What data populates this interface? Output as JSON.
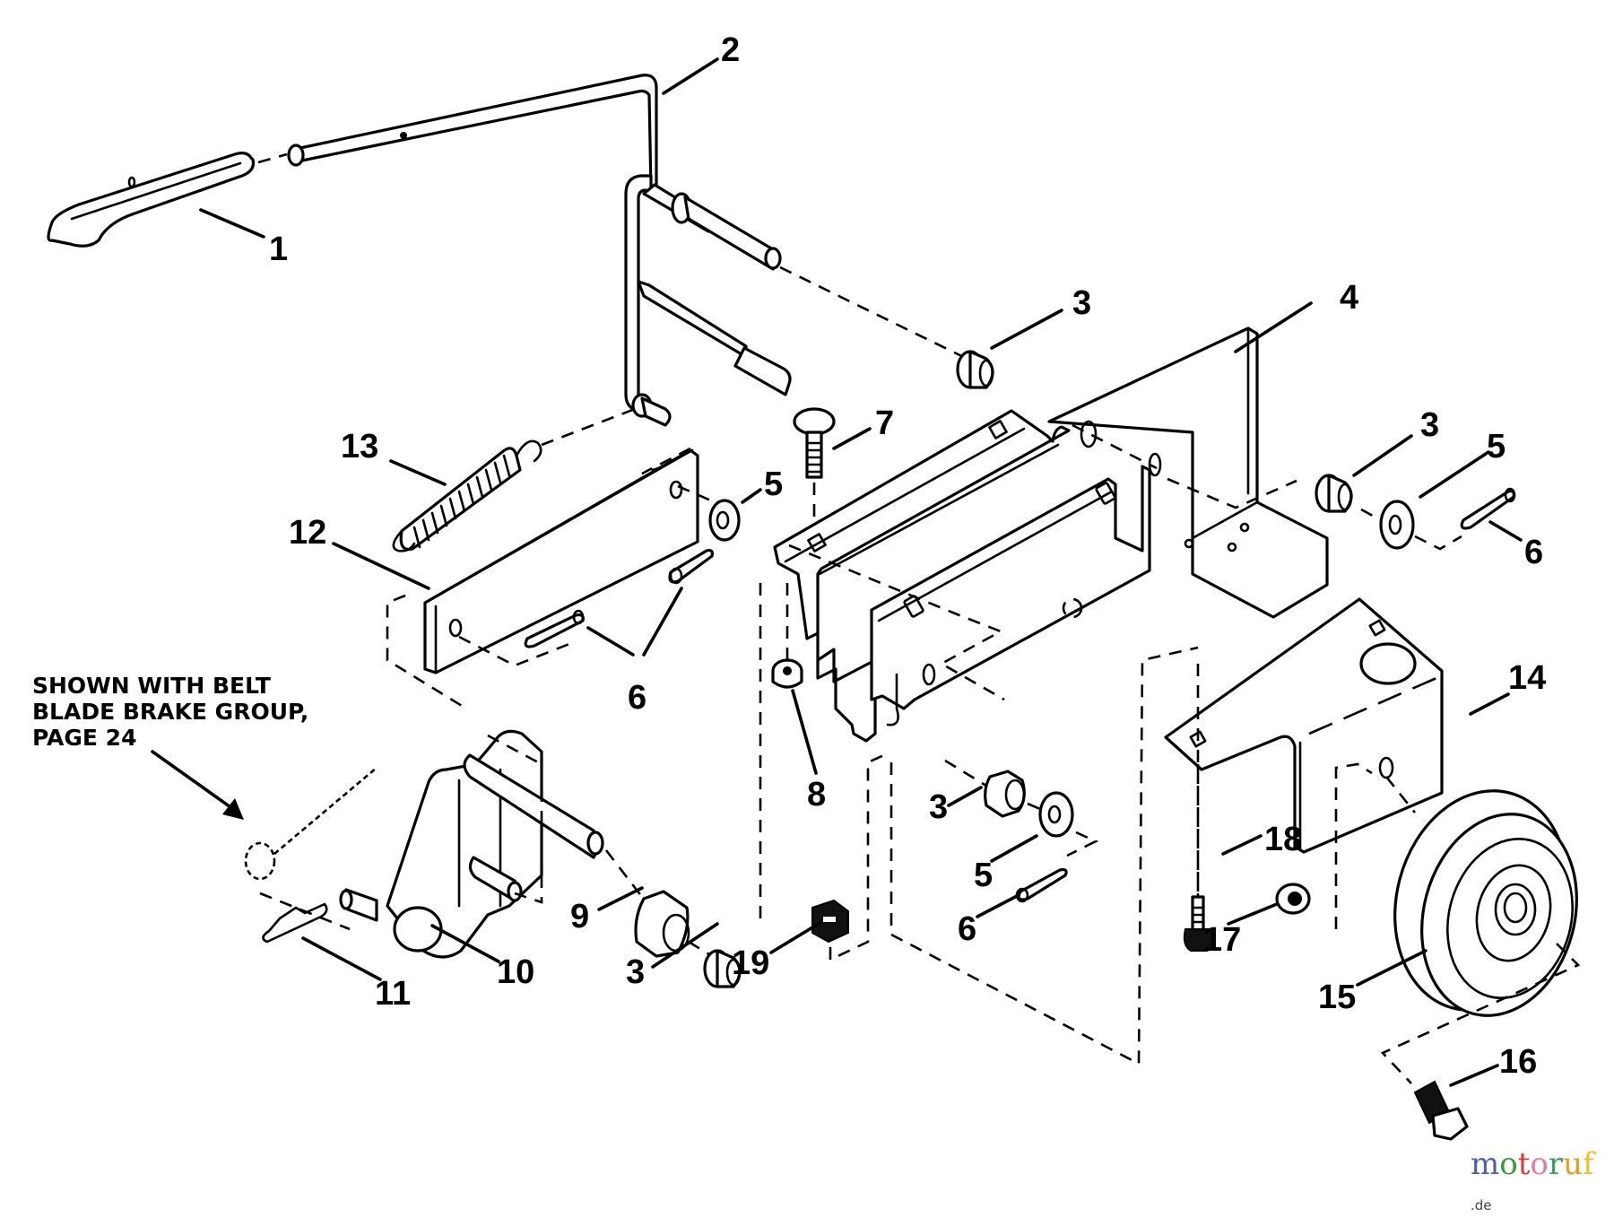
{
  "diagram": {
    "type": "exploded parts diagram",
    "callouts": {
      "p1": "1",
      "p2": "2",
      "p3a": "3",
      "p3b": "3",
      "p3c": "3",
      "p3d": "3",
      "p4": "4",
      "p5a": "5",
      "p5b": "5",
      "p5c": "5",
      "p6a": "6",
      "p6b": "6",
      "p6c": "6",
      "p7": "7",
      "p8": "8",
      "p9": "9",
      "p10": "10",
      "p11": "11",
      "p12": "12",
      "p13": "13",
      "p14": "14",
      "p15": "15",
      "p16": "16",
      "p17": "17",
      "p18": "18",
      "p19": "19"
    },
    "note": {
      "lines": [
        "SHOWN WITH BELT",
        "BLADE BRAKE GROUP,",
        "PAGE 24"
      ]
    }
  },
  "watermark": {
    "letters": [
      "m",
      "o",
      "t",
      "o",
      "r",
      "u",
      "f"
    ],
    "colors": [
      "#4a5fb0",
      "#3a9a3a",
      "#d83a3a",
      "#e07ab0",
      "#3aa060",
      "#e6a020",
      "#f0c020"
    ],
    "tld": ".de"
  }
}
